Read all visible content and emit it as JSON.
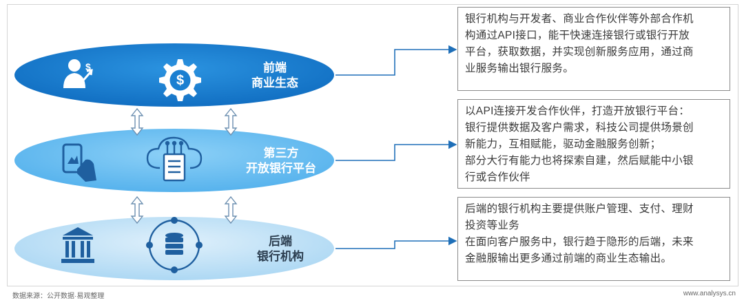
{
  "layers": [
    {
      "label_lines": [
        "前端",
        "商业生态"
      ],
      "icons": [
        "businessman-growth-icon",
        "dollar-gear-icon"
      ]
    },
    {
      "label_lines": [
        "第三方",
        "开放银行平台"
      ],
      "icons": [
        "mobile-phone-hand-icon",
        "cloud-chip-icon"
      ]
    },
    {
      "label_lines": [
        "后端",
        "银行机构"
      ],
      "icons": [
        "bank-building-icon",
        "database-network-icon"
      ]
    }
  ],
  "descriptions": [
    {
      "lines": [
        "银行机构与开发者、商业合作伙伴等外部合作机",
        "构通过API接口，能干快速连接银行或银行开放",
        "平台，获取数据，并实现创新服务应用，通过商",
        "业服务输出银行服务。"
      ]
    },
    {
      "lines": [
        "以API连接开发合作伙伴，打造开放银行平台：",
        "银行提供数据及客户需求，科技公司提供场景创",
        "新能力，互相赋能，驱动金融服务创新；",
        "部分大行有能力也将探索自建，然后赋能中小银",
        "行或合作伙伴"
      ]
    },
    {
      "lines": [
        "后端的银行机构主要提供账户管理、支付、理财",
        "投资等业务",
        "在面向客户服务中，银行趋于隐形的后端，未来",
        "金融服输出更多通过前端的商业生态输出。"
      ]
    }
  ],
  "footer": {
    "source": "数据来源：公开数据·易观整理",
    "url": "www.analysys.cn"
  },
  "colors": {
    "layer1": "#1a7fd1",
    "layer2": "#63baf0",
    "layer3": "#bfe0f6",
    "connector": "#1f6fb8",
    "arrow_outline": "#6c8fb0"
  }
}
